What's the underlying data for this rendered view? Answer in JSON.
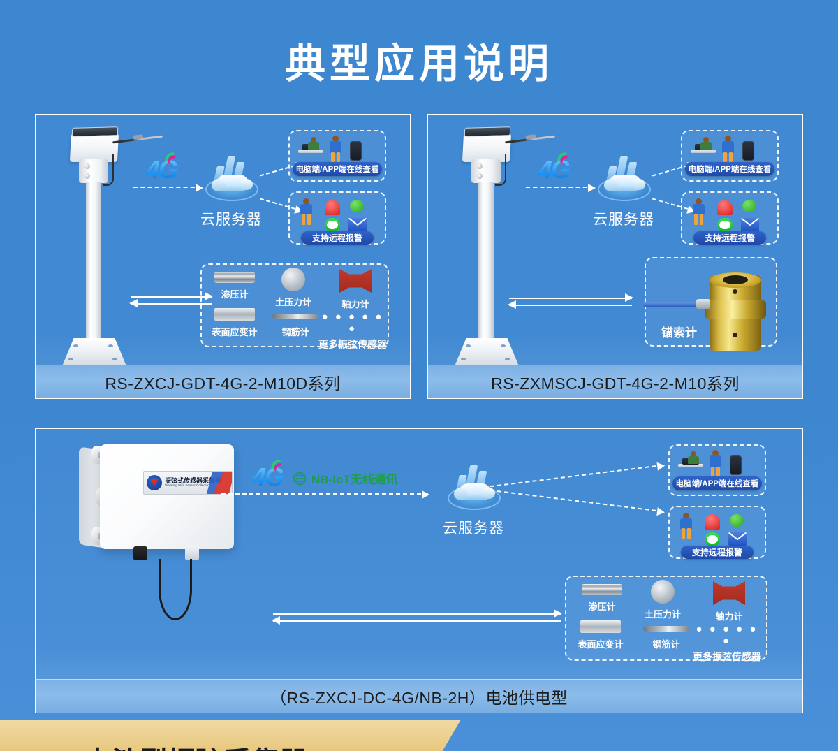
{
  "page": {
    "title": "典型应用说明",
    "background_color": "#3d87d1",
    "accent_color": "#2f63c8"
  },
  "panels": [
    {
      "id": "panel-1",
      "caption": "RS-ZXCJ-GDT-4G-2-M10D系列",
      "device_type": "solar-pole-collector",
      "network_label": "4G",
      "cloud_label": "云服务器",
      "info_boxes": [
        {
          "label": "电脑端/APP端在线查看"
        },
        {
          "label": "支持远程报警"
        }
      ],
      "sensor_group": {
        "sensors": [
          {
            "name": "渗压计"
          },
          {
            "name": "土压力计"
          },
          {
            "name": "轴力计"
          },
          {
            "name": "表面应变计"
          },
          {
            "name": "钢筋计"
          }
        ],
        "more_label": "更多振弦传感器",
        "dots": "● ● ● ● ● ●"
      }
    },
    {
      "id": "panel-2",
      "caption": "RS-ZXMSCJ-GDT-4G-2-M10系列",
      "device_type": "solar-pole-collector",
      "network_label": "4G",
      "cloud_label": "云服务器",
      "info_boxes": [
        {
          "label": "电脑端/APP端在线查看"
        },
        {
          "label": "支持远程报警"
        }
      ],
      "sensor_group": {
        "sensors": [
          {
            "name": "锚索计"
          }
        ],
        "more_label": "",
        "dots": ""
      }
    },
    {
      "id": "panel-3",
      "caption": "（RS-ZXCJ-DC-4G/NB-2H）电池供电型",
      "device_type": "battery-enclosure-collector",
      "network_label": "4G",
      "nbiot_label": "NB-IoT无线通讯",
      "cloud_label": "云服务器",
      "enclosure_label_cn": "振弦式传感器采集器",
      "enclosure_label_en": "Vibrating Wire Sensor Collector",
      "info_boxes": [
        {
          "label": "电脑端/APP端在线查看"
        },
        {
          "label": "支持远程报警"
        }
      ],
      "sensor_group": {
        "sensors": [
          {
            "name": "渗压计"
          },
          {
            "name": "土压力计"
          },
          {
            "name": "轴力计"
          },
          {
            "name": "表面应变计"
          },
          {
            "name": "钢筋计"
          }
        ],
        "more_label": "更多振弦传感器",
        "dots": "● ● ● ● ● ●"
      }
    }
  ],
  "bottom_banner": {
    "text": "电池型振弦采集器"
  }
}
